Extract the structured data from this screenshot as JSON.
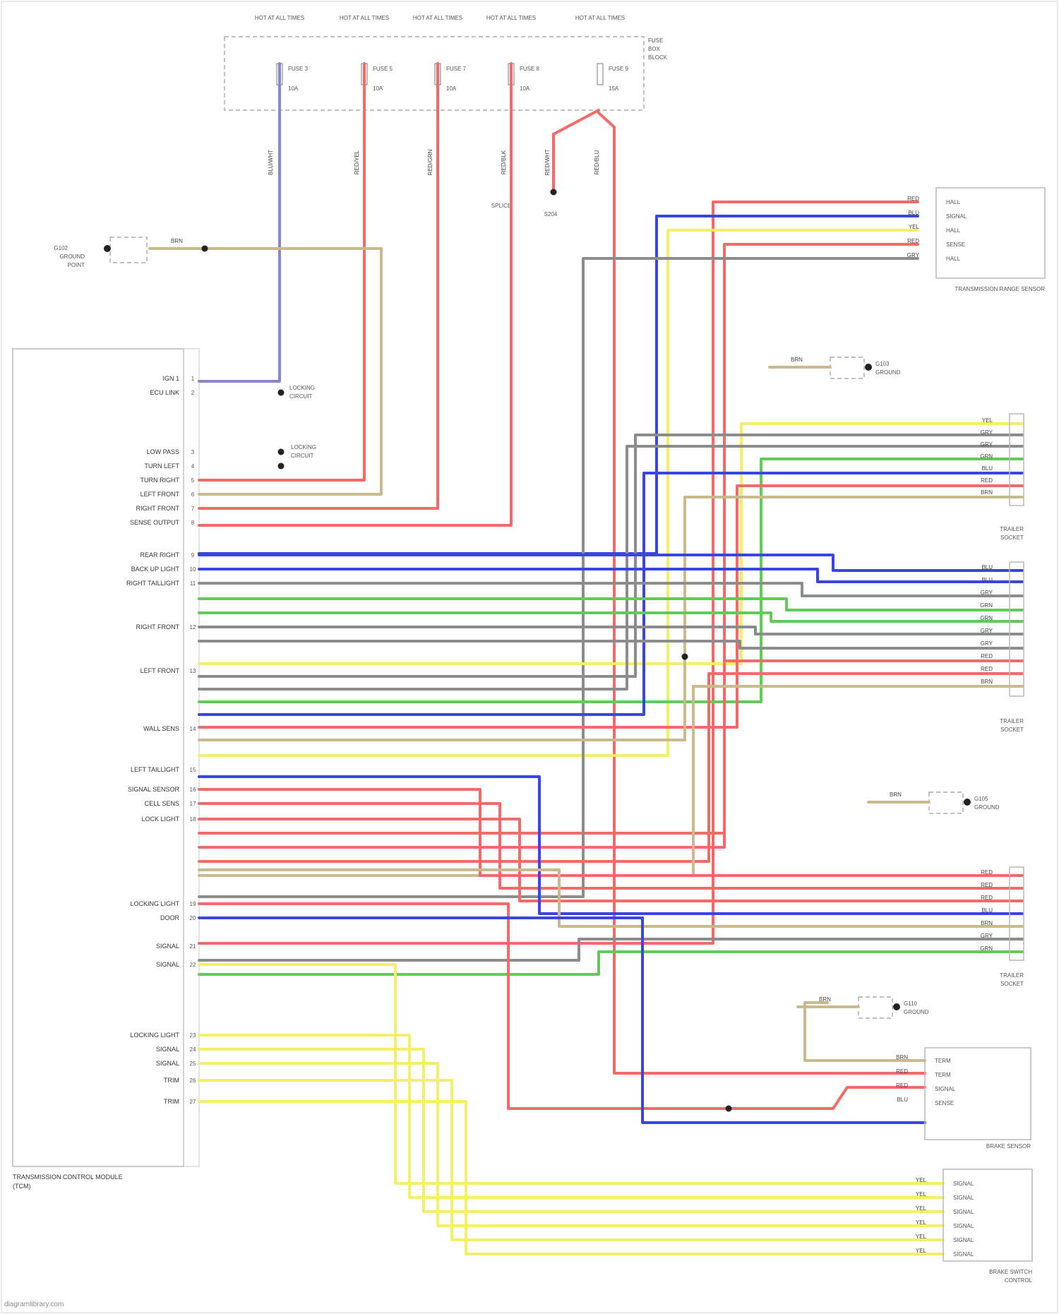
{
  "fuse_panel": {
    "headers": [
      "HOT AT ALL TIMES",
      "HOT AT ALL TIMES",
      "HOT AT ALL TIMES",
      "HOT AT ALL TIMES",
      "HOT AT ALL TIMES"
    ],
    "right_note": [
      "FUSE",
      "BOX",
      "BLOCK"
    ],
    "fuses": [
      "FUSE 3",
      "FUSE 5",
      "FUSE 7",
      "FUSE 8",
      "FUSE 9"
    ],
    "amps": [
      "10A",
      "10A",
      "10A",
      "10A",
      "15A"
    ],
    "wire_labels": [
      "BLU/WHT",
      "RED/YEL",
      "RED/GRN",
      "RED/BLK",
      "RED/WHT",
      "RED/BLU"
    ],
    "splice_label": [
      "SPLICE",
      "S204"
    ]
  },
  "ground_left": {
    "label": [
      "G102",
      "GROUND",
      "POINT"
    ],
    "wire": "BRN"
  },
  "module_left": {
    "title": [
      "TRANSMISSION CONTROL MODULE",
      "(TCM)"
    ],
    "pins": [
      "IGN 1",
      "ECU LINK",
      "LOW PASS",
      "TURN LEFT",
      "TURN RIGHT",
      "LEFT FRONT",
      "RIGHT FRONT",
      "SENSE OUTPUT",
      "REAR RIGHT",
      "BACK UP LIGHT",
      "RIGHT TAILLIGHT",
      "RIGHT FRONT",
      "LEFT FRONT",
      "WALL SENS",
      "LEFT TAILLIGHT",
      "SIGNAL SENSOR",
      "CELL SENS",
      "LOCK LIGHT",
      "LOCKING LIGHT",
      "DOOR",
      "SIGNAL",
      "SIGNAL",
      "LOCKING LIGHT",
      "SIGNAL",
      "SIGNAL",
      "TRIM",
      "TRIM"
    ],
    "side_notes": [
      [
        "LOCKING",
        "CIRCUIT"
      ],
      [
        "LOCKING",
        "CIRCUIT"
      ]
    ]
  },
  "connectors": [
    {
      "title": [
        "TRANSMISSION RANGE SENSOR"
      ],
      "pins": [
        "HALL",
        "SIGNAL",
        "HALL",
        "SENSE",
        "HALL"
      ],
      "wires": [
        "RED",
        "BLU",
        "YEL",
        "RED",
        "GRY"
      ]
    },
    {
      "title": [
        "TRAILER",
        "SOCKET"
      ],
      "pins": [],
      "wires": [
        "YEL",
        "GRY",
        "GRY",
        "GRN",
        "BLU",
        "RED",
        "BRN"
      ]
    },
    {
      "title": [
        "TRAILER",
        "SOCKET"
      ],
      "pins": [],
      "wires": [
        "BLU",
        "BLU",
        "GRY",
        "GRN",
        "GRN",
        "GRY",
        "GRY",
        "RED",
        "RED",
        "BRN"
      ]
    },
    {
      "title": [
        "TRAILER",
        "SOCKET"
      ],
      "pins": [],
      "wires": [
        "RED",
        "RED",
        "RED",
        "BLU",
        "BRN",
        "GRY",
        "GRN"
      ]
    },
    {
      "title": [
        "BRAKE SENSOR"
      ],
      "pins": [
        "TERM",
        "TERM",
        "SIGNAL",
        "SENSE"
      ],
      "wires": [
        "BRN",
        "RED",
        "RED",
        "BLU"
      ]
    },
    {
      "title": [
        "BRAKE SWITCH",
        "CONTROL"
      ],
      "pins": [
        "SIGNAL",
        "SIGNAL",
        "SIGNAL",
        "SIGNAL",
        "SIGNAL",
        "SIGNAL"
      ],
      "wires": [
        "YEL",
        "YEL",
        "YEL",
        "YEL",
        "YEL",
        "YEL"
      ]
    }
  ],
  "grounds_right": [
    {
      "label": [
        "G103",
        "GROUND"
      ],
      "wire": "BRN"
    },
    {
      "label": [
        "G105",
        "GROUND"
      ],
      "wire": "BRN"
    },
    {
      "label": [
        "G110",
        "GROUND"
      ],
      "wire": "BRN"
    }
  ],
  "colors": {
    "red": "#f26b6b",
    "blue": "#3b45e0",
    "yellow": "#f3ef6a",
    "green": "#63c95b",
    "gray": "#8c8c8c",
    "tan": "#c9b98e",
    "violet": "#8b86c9",
    "pink": "#e08fa0"
  },
  "footer": "diagramlibrary.com"
}
